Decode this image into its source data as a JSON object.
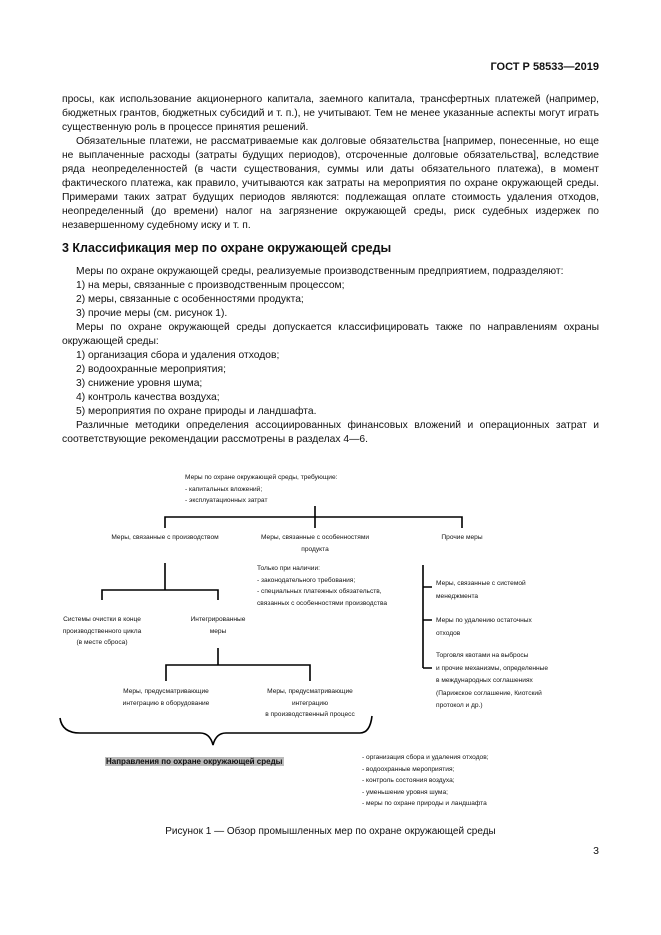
{
  "header": "ГОСТ Р 58533—2019",
  "paragraphs": [
    "просы, как использование акционерного капитала, заемного капитала, трансфертных платежей (например, бюджетных грантов, бюджетных субсидий и т. п.), не учитывают. Тем не менее указанные аспекты могут играть существенную роль в процессе принятия решений.",
    "Обязательные платежи, не рассматриваемые как долговые обязательства [например, понесенные, но еще не выплаченные расходы (затраты будущих периодов), отсроченные долговые обязательства], вследствие ряда неопределенностей (в части существования, суммы или даты обязательного платежа), в момент фактического платежа, как правило, учитываются как затраты на мероприятия по охране окружающей среды. Примерами таких затрат будущих периодов являются: подлежащая оплате стоимость удаления отходов, неопределенный (до времени) налог на загрязнение окружающей среды, риск судебных издержек по незавершенному судебному иску и т. п."
  ],
  "section_title": "3 Классификация мер по охране окружающей среды",
  "section_body": [
    "Меры по охране окружающей среды, реализуемые производственным предприятием, подразделяют:",
    "1) на меры, связанные с производственным процессом;",
    "2) меры, связанные с особенностями продукта;",
    "3) прочие меры (см. рисунок 1).",
    "Меры по охране окружающей среды допускается классифицировать также по направлениям охраны окружающей среды:",
    "1) организация сбора и удаления отходов;",
    "2) водоохранные мероприятия;",
    "3) снижение уровня шума;",
    "4) контроль качества воздуха;",
    "5) мероприятия по охране природы и ландшафта.",
    "Различные методики определения ассоциированных финансовых вложений и операционных затрат и соответствующие рекомендации рассмотрены в разделах 4—6."
  ],
  "diagram": {
    "top": [
      "Меры по охране окружающей среды, требующие:",
      "- капитальных вложений;",
      "- эксплуатационных затрат"
    ],
    "production": "Меры, связанные с производством",
    "product": [
      "Меры, связанные с особенностями",
      "продукта"
    ],
    "other": "Прочие меры",
    "only_if": [
      "Только при наличии:",
      "- законодательного требования;",
      "- специальных платежных обязательств,",
      "связанных с особенностями производства"
    ],
    "end_of_pipe": [
      "Системы очистки в конце",
      "производственного цикла",
      "(в месте сброса)"
    ],
    "integrated": [
      "Интегрированные",
      "меры"
    ],
    "equip": [
      "Меры, предусматривающие",
      "интеграцию в оборудование"
    ],
    "process": [
      "Меры, предусматривающие",
      "интеграцию",
      "в производственный процесс"
    ],
    "other_items": [
      [
        "Меры, связанные с системой",
        "менеджмента"
      ],
      [
        "Меры по удалению остаточных",
        "отходов"
      ],
      [
        "Торговля квотами на выбросы",
        "и прочие механизмы, определенные",
        "в международных соглашениях",
        "(Парижское соглашение, Киотский",
        "протокол и др.)"
      ]
    ],
    "directions_title": "Направления по охране окружающей среды",
    "directions": [
      "- организация сбора и удаления отходов;",
      "- водоохранные мероприятия;",
      "- контроль состояния воздуха;",
      "- уменьшение уровня шума;",
      "- меры по охране природы и ландшафта"
    ]
  },
  "caption": "Рисунок 1 — Обзор промышленных мер по охране окружающей среды",
  "page_number": "3"
}
